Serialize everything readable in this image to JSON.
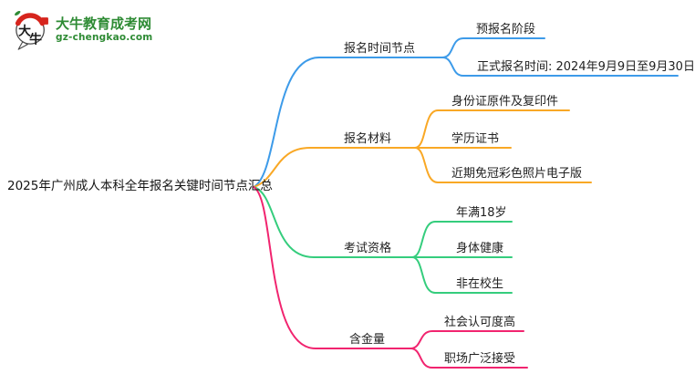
{
  "logo": {
    "site_name": "大牛教育成考网",
    "site_url": "gz-chengkao.com",
    "icon_char_top": "大",
    "icon_char_bottom": "牛"
  },
  "colors": {
    "blue": "#3d9be9",
    "orange": "#f9a825",
    "green": "#35cd7d",
    "pink": "#f1246f",
    "logo_green": "#2e8b34",
    "logo_red": "#d6251d",
    "bubble_outline": "#4a4a4a",
    "text": "#222222"
  },
  "root": {
    "label": "2025年广州成人本科全年报名关键时间节点汇总"
  },
  "branches": [
    {
      "label": "报名时间节点",
      "color": "#3d9be9",
      "children": [
        "预报名阶段",
        "正式报名时间: 2024年9月9日至9月30日"
      ]
    },
    {
      "label": "报名材料",
      "color": "#f9a825",
      "children": [
        "身份证原件及复印件",
        "学历证书",
        "近期免冠彩色照片电子版"
      ]
    },
    {
      "label": "考试资格",
      "color": "#35cd7d",
      "children": [
        "年满18岁",
        "身体健康",
        "非在校生"
      ]
    },
    {
      "label": "含金量",
      "color": "#f1246f",
      "children": [
        "社会认可度高",
        "职场广泛接受"
      ]
    }
  ]
}
